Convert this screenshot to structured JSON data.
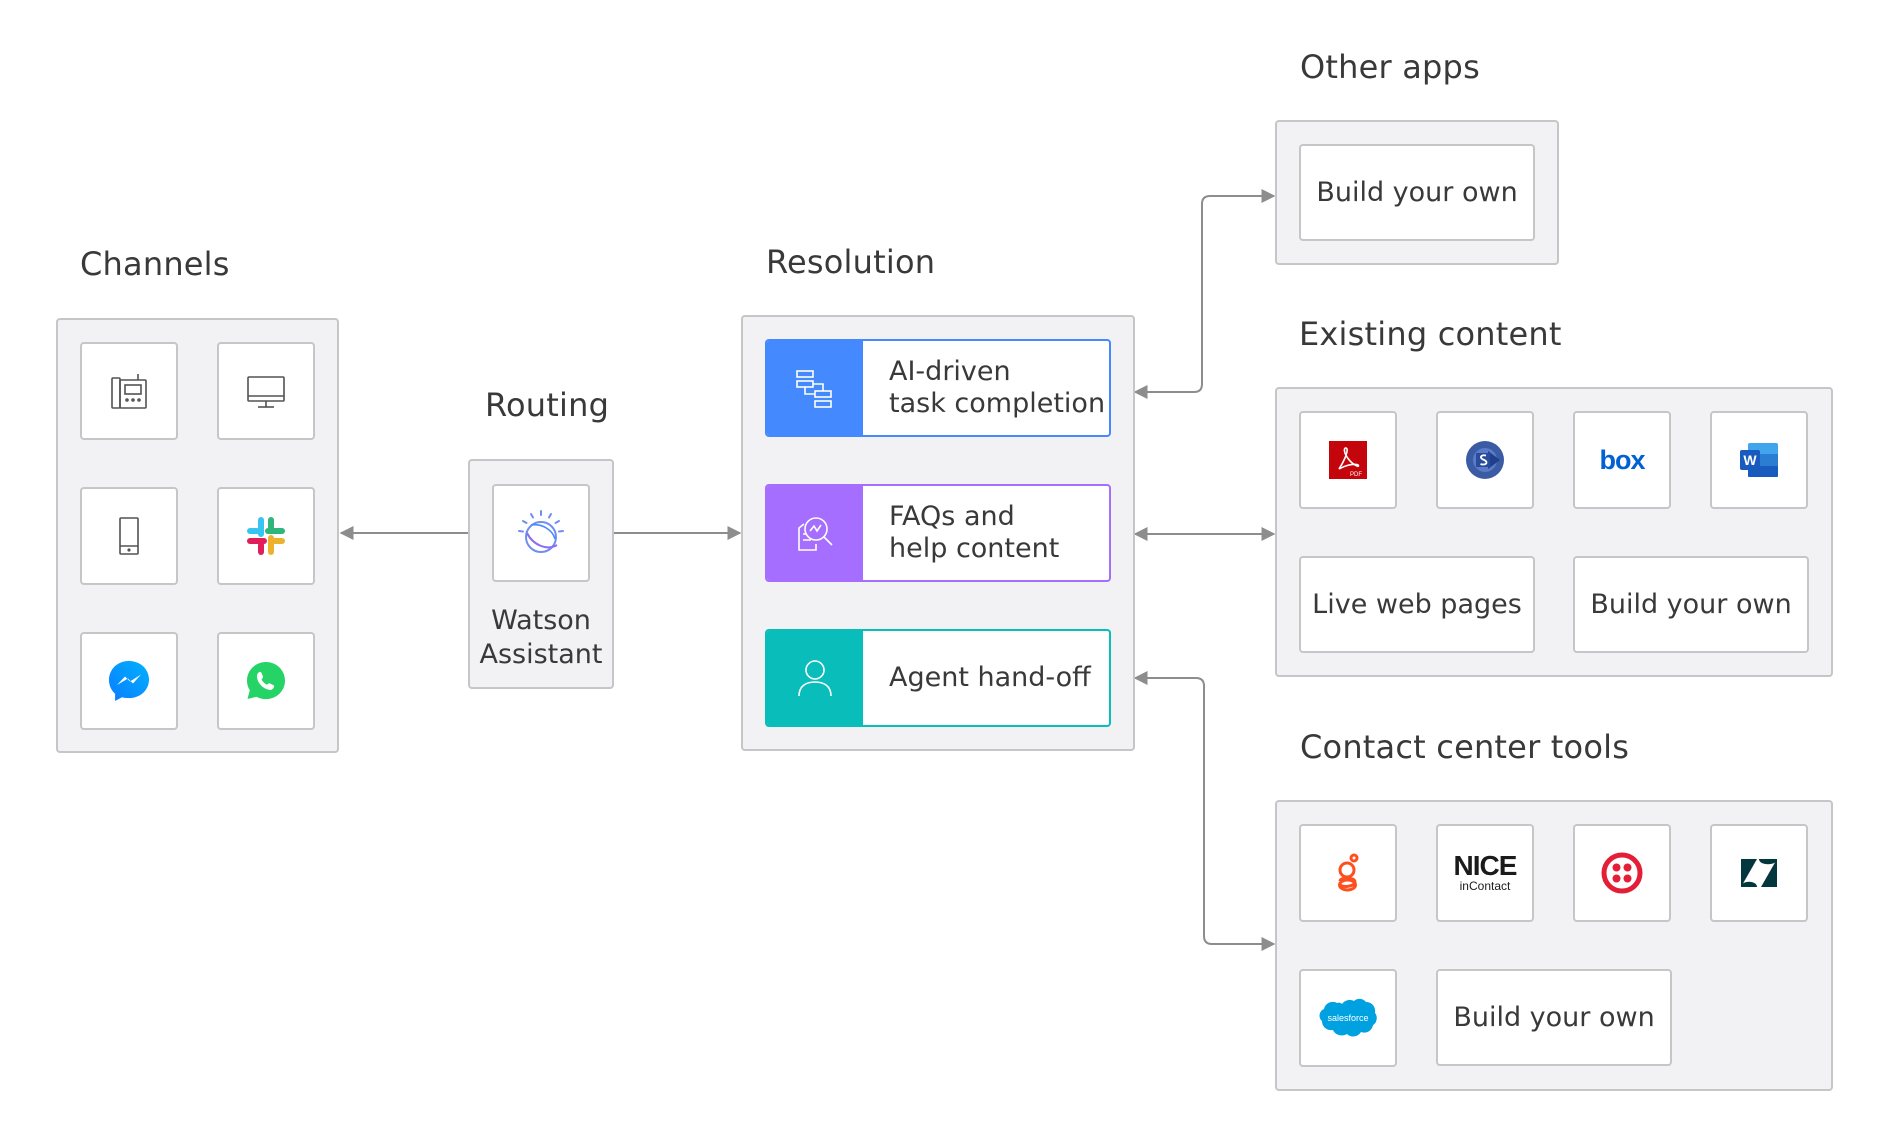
{
  "headings": {
    "channels": "Channels",
    "routing": "Routing",
    "resolution": "Resolution",
    "other_apps": "Other apps",
    "existing_content": "Existing content",
    "contact_center": "Contact center tools"
  },
  "routing": {
    "line1": "Watson",
    "line2": "Assistant"
  },
  "resolution": [
    {
      "line1": "AI-driven",
      "line2": "task completion",
      "color": "#4589ff",
      "icon": "flowchart-icon"
    },
    {
      "line1": "FAQs and",
      "line2": "help content",
      "color": "#a56eff",
      "icon": "content-search-icon"
    },
    {
      "line1": "Agent hand-off",
      "line2": "",
      "color": "#08bdba",
      "icon": "user-icon"
    }
  ],
  "other_apps": {
    "build": "Build your own"
  },
  "existing_content": {
    "live": "Live web pages",
    "build": "Build your own"
  },
  "contact_center": {
    "build": "Build your own",
    "nice_top": "NICE",
    "nice_bottom": "inContact",
    "salesforce": "salesforce"
  },
  "logos": {
    "box": "box",
    "word": "W",
    "pdf": "PDF"
  },
  "colors": {
    "panel_bg": "#f2f2f4",
    "border": "#c6c6c9",
    "arrow": "#8d8d8d"
  }
}
